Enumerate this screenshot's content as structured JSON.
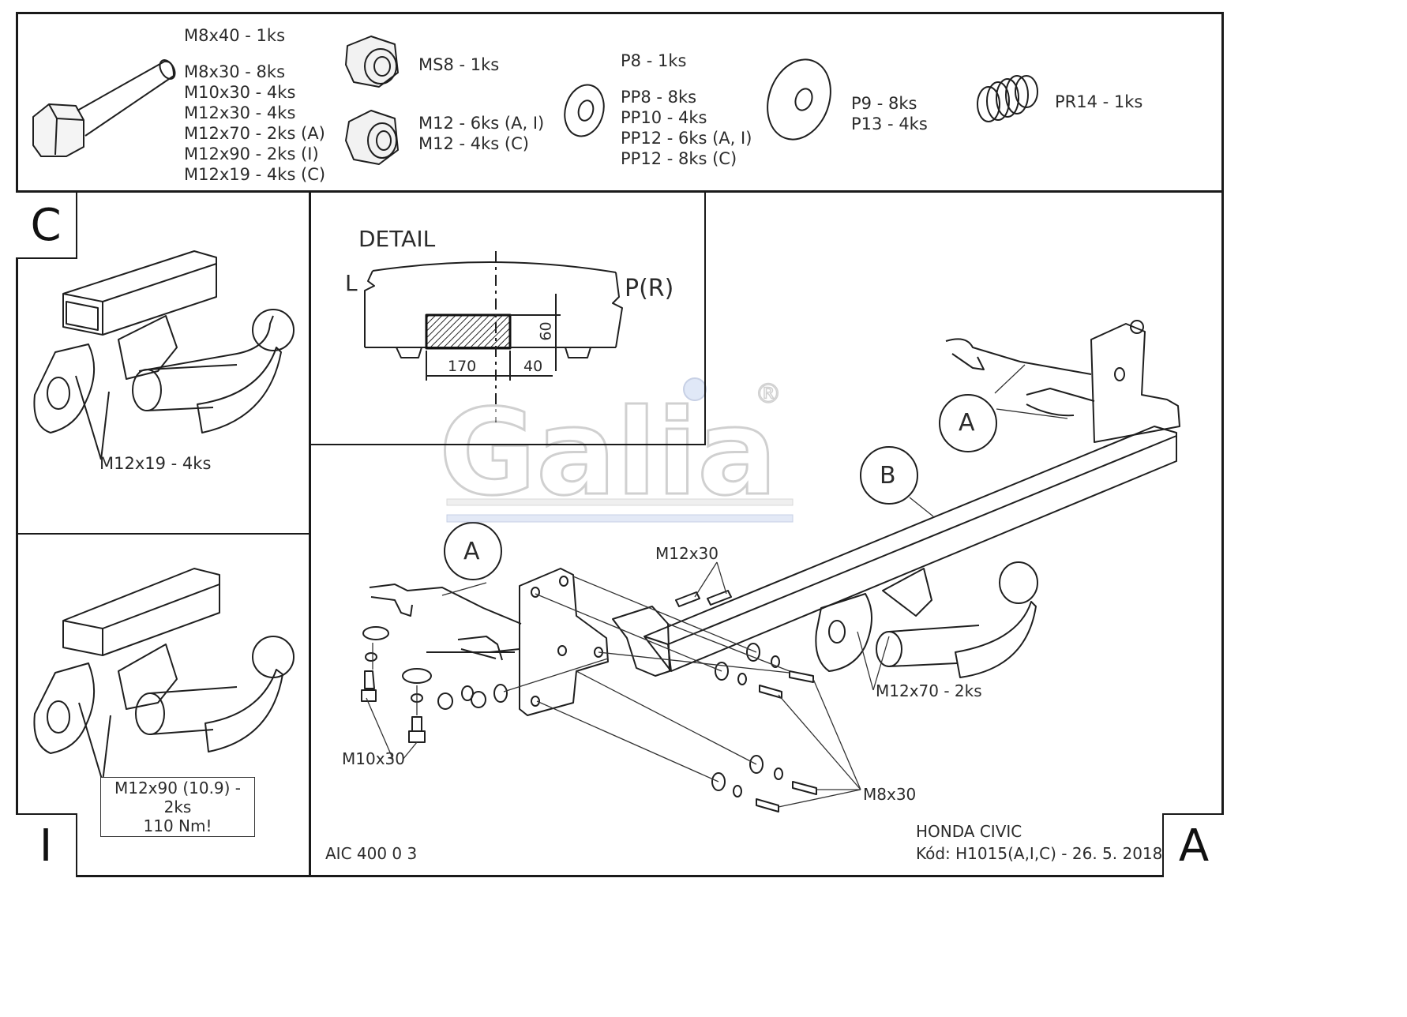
{
  "parts_list": {
    "bolts": [
      "M8x40 - 1ks",
      "M8x30 - 8ks",
      "M10x30 - 4ks",
      "M12x30 - 4ks",
      "M12x70 - 2ks (A)",
      "M12x90 - 2ks (I)",
      "M12x19 - 4ks (C)"
    ],
    "ms8": "MS8 - 1ks",
    "nuts": [
      "M12 - 6ks (A, I)",
      "M12 - 4ks (C)"
    ],
    "p8": "P8 - 1ks",
    "washers_pp": [
      "PP8 - 8ks",
      "PP10 - 4ks",
      "PP12 - 6ks (A, I)",
      "PP12 - 8ks (C)"
    ],
    "washers_p": [
      "P9 - 8ks",
      "P13 - 4ks"
    ],
    "spring": "PR14 - 1ks"
  },
  "panel_c": {
    "letter": "C",
    "label": "M12x19 - 4ks"
  },
  "panel_i": {
    "letter": "I",
    "label_line1": "M12x90 (10.9) - 2ks",
    "label_line2": "110 Nm!"
  },
  "detail": {
    "title": "DETAIL",
    "left": "L",
    "right": "P(R)",
    "dim_height": "60",
    "dim_width": "170",
    "dim_offset": "40"
  },
  "main": {
    "callout_a": "A",
    "callout_b": "B",
    "labels": {
      "m12x30": "M12x30",
      "m10x30": "M10x30",
      "m12x70": "M12x70 - 2ks",
      "m8x30": "M8x30"
    }
  },
  "watermark": {
    "text": "Galia",
    "registered": "®"
  },
  "footer": {
    "code": "AIC 400 0 3",
    "vehicle": "HONDA CIVIC",
    "kod": "Kód: H1015(A,I,C) - 26. 5. 2018",
    "corner_letter": "A"
  }
}
